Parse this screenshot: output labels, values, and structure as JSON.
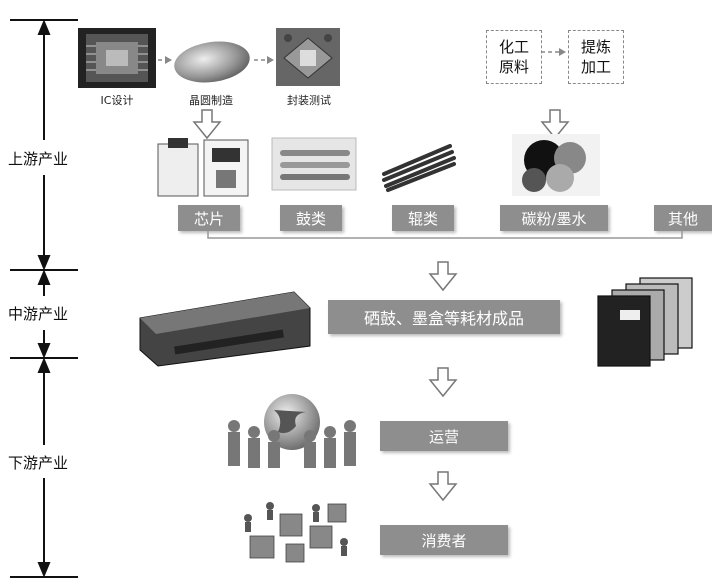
{
  "stages": {
    "upstream": "上游产业",
    "midstream": "中游产业",
    "downstream": "下游产业"
  },
  "chip_process": {
    "ic_design": "IC设计",
    "wafer": "晶圆制造",
    "packaging": "封装测试"
  },
  "chemical": {
    "raw": "化工\n原料",
    "refine": "提炼\n加工"
  },
  "upstream_items": [
    "芯片",
    "鼓类",
    "辊类",
    "碳粉/墨水",
    "其他"
  ],
  "midstream_product": "硒鼓、墨盒等耗材成品",
  "downstream": {
    "operation": "运营",
    "consumer": "消费者"
  }
}
